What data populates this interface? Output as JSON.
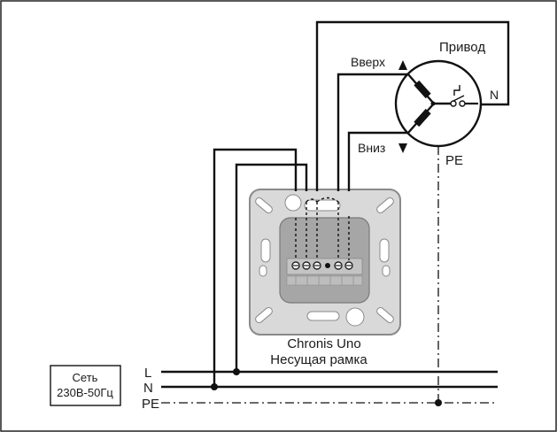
{
  "labels": {
    "motor": "Привод",
    "up": "Вверх",
    "down": "Вниз",
    "n_terminal": "N",
    "pe_terminal": "PE",
    "device_name": "Chronis Uno",
    "device_part": "Несущая рамка",
    "mains_line1": "Сеть",
    "mains_line2": "230В-50Гц",
    "bus_l": "L",
    "bus_n": "N",
    "bus_pe": "PE"
  },
  "colors": {
    "line": "#111111",
    "frame_fill": "#d9d9d9",
    "frame_stroke": "#8a8a8a",
    "module_fill": "#a6a6a6"
  }
}
